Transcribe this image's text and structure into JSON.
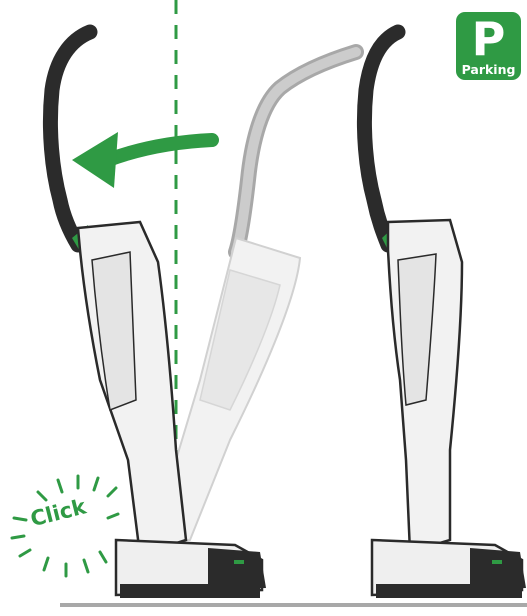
{
  "parking": {
    "icon": "parking-icon",
    "letter": "P",
    "caption": "Parking"
  },
  "click_label": "Click",
  "colors": {
    "accent": "#2f9a44",
    "body": "#f2f2f2",
    "outline": "#2a2a2a",
    "handle": "#2b2b2b",
    "ghost": "#d9d9d9",
    "floor": "#a8a8a8"
  },
  "icons": [
    "vacuum-upright-icon",
    "vacuum-ghost-icon",
    "vacuum-parked-icon",
    "tilt-arrow-icon",
    "vertical-guide-line",
    "click-burst-icon",
    "floor-line"
  ]
}
